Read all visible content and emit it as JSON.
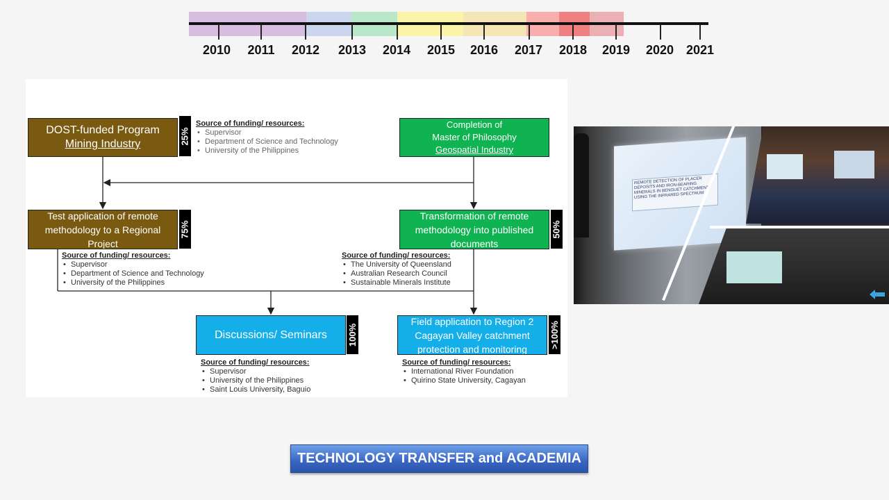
{
  "timeline": {
    "years": [
      "2010",
      "2011",
      "2012",
      "2013",
      "2014",
      "2015",
      "2016",
      "2017",
      "2018",
      "2019",
      "2020",
      "2021"
    ]
  },
  "boxes": {
    "dost": {
      "line1": "DOST-funded Program",
      "line2": "Mining Industry",
      "percent": "25%"
    },
    "mphil": {
      "line1": "Completion of",
      "line2": "Master of Philosophy",
      "line3": "Geospatial Industry"
    },
    "test": {
      "text": "Test application of remote methodology to a Regional Project",
      "percent": "75%"
    },
    "transform": {
      "text": "Transformation of remote methodology into published documents",
      "percent": "50%"
    },
    "discussions": {
      "text": "Discussions/ Seminars",
      "percent": "100%"
    },
    "field": {
      "text": "Field application to Region 2 Cagayan Valley catchment protection and monitoring",
      "percent": ">100%"
    }
  },
  "sources": {
    "heading": "Source of funding/ resources:",
    "dost": [
      "Supervisor",
      "Department of Science and Technology",
      "University of the Philippines"
    ],
    "test": [
      "Supervisor",
      "Department of Science and Technology",
      "University of the Philippines"
    ],
    "transform": [
      "The University of Queensland",
      "Australian Research Council",
      "Sustainable Minerals Institute"
    ],
    "discussions": [
      "Supervisor",
      "University of the Philippines",
      "Saint Louis University, Baguio"
    ],
    "field": [
      "International River Foundation",
      "Quirino State University, Cagayan"
    ]
  },
  "photo": {
    "slide_title": "REMOTE DETECTION OF PLACER DEPOSITS AND IRON-BEARING MINERALS IN BENGUET CATCHMENT USING THE INFRARED SPECTRUM"
  },
  "banner": {
    "label": "TECHNOLOGY TRANSFER and ACADEMIA"
  },
  "colors": {
    "brown": "#7a5a10",
    "green": "#10b352",
    "blue": "#14aee8"
  }
}
